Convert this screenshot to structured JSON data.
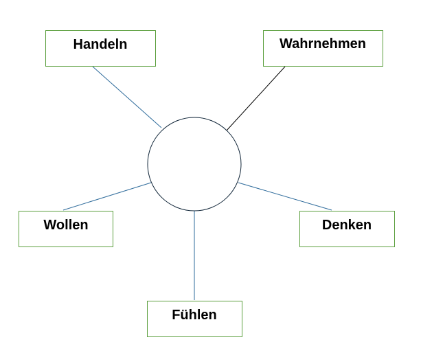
{
  "diagram": {
    "nodes": [
      {
        "id": "handeln",
        "label": "Handeln"
      },
      {
        "id": "wahrnehmen",
        "label": "Wahrnehmen"
      },
      {
        "id": "wollen",
        "label": "Wollen"
      },
      {
        "id": "denken",
        "label": "Denken"
      },
      {
        "id": "fuehlen",
        "label": "Fühlen"
      }
    ],
    "center": {
      "label": ""
    },
    "colors": {
      "box_border": "#5a9e3c",
      "connector_blue": "#2e6b9b",
      "connector_black": "#000000",
      "circle_border": "#0f2437",
      "text": "#000000"
    }
  }
}
